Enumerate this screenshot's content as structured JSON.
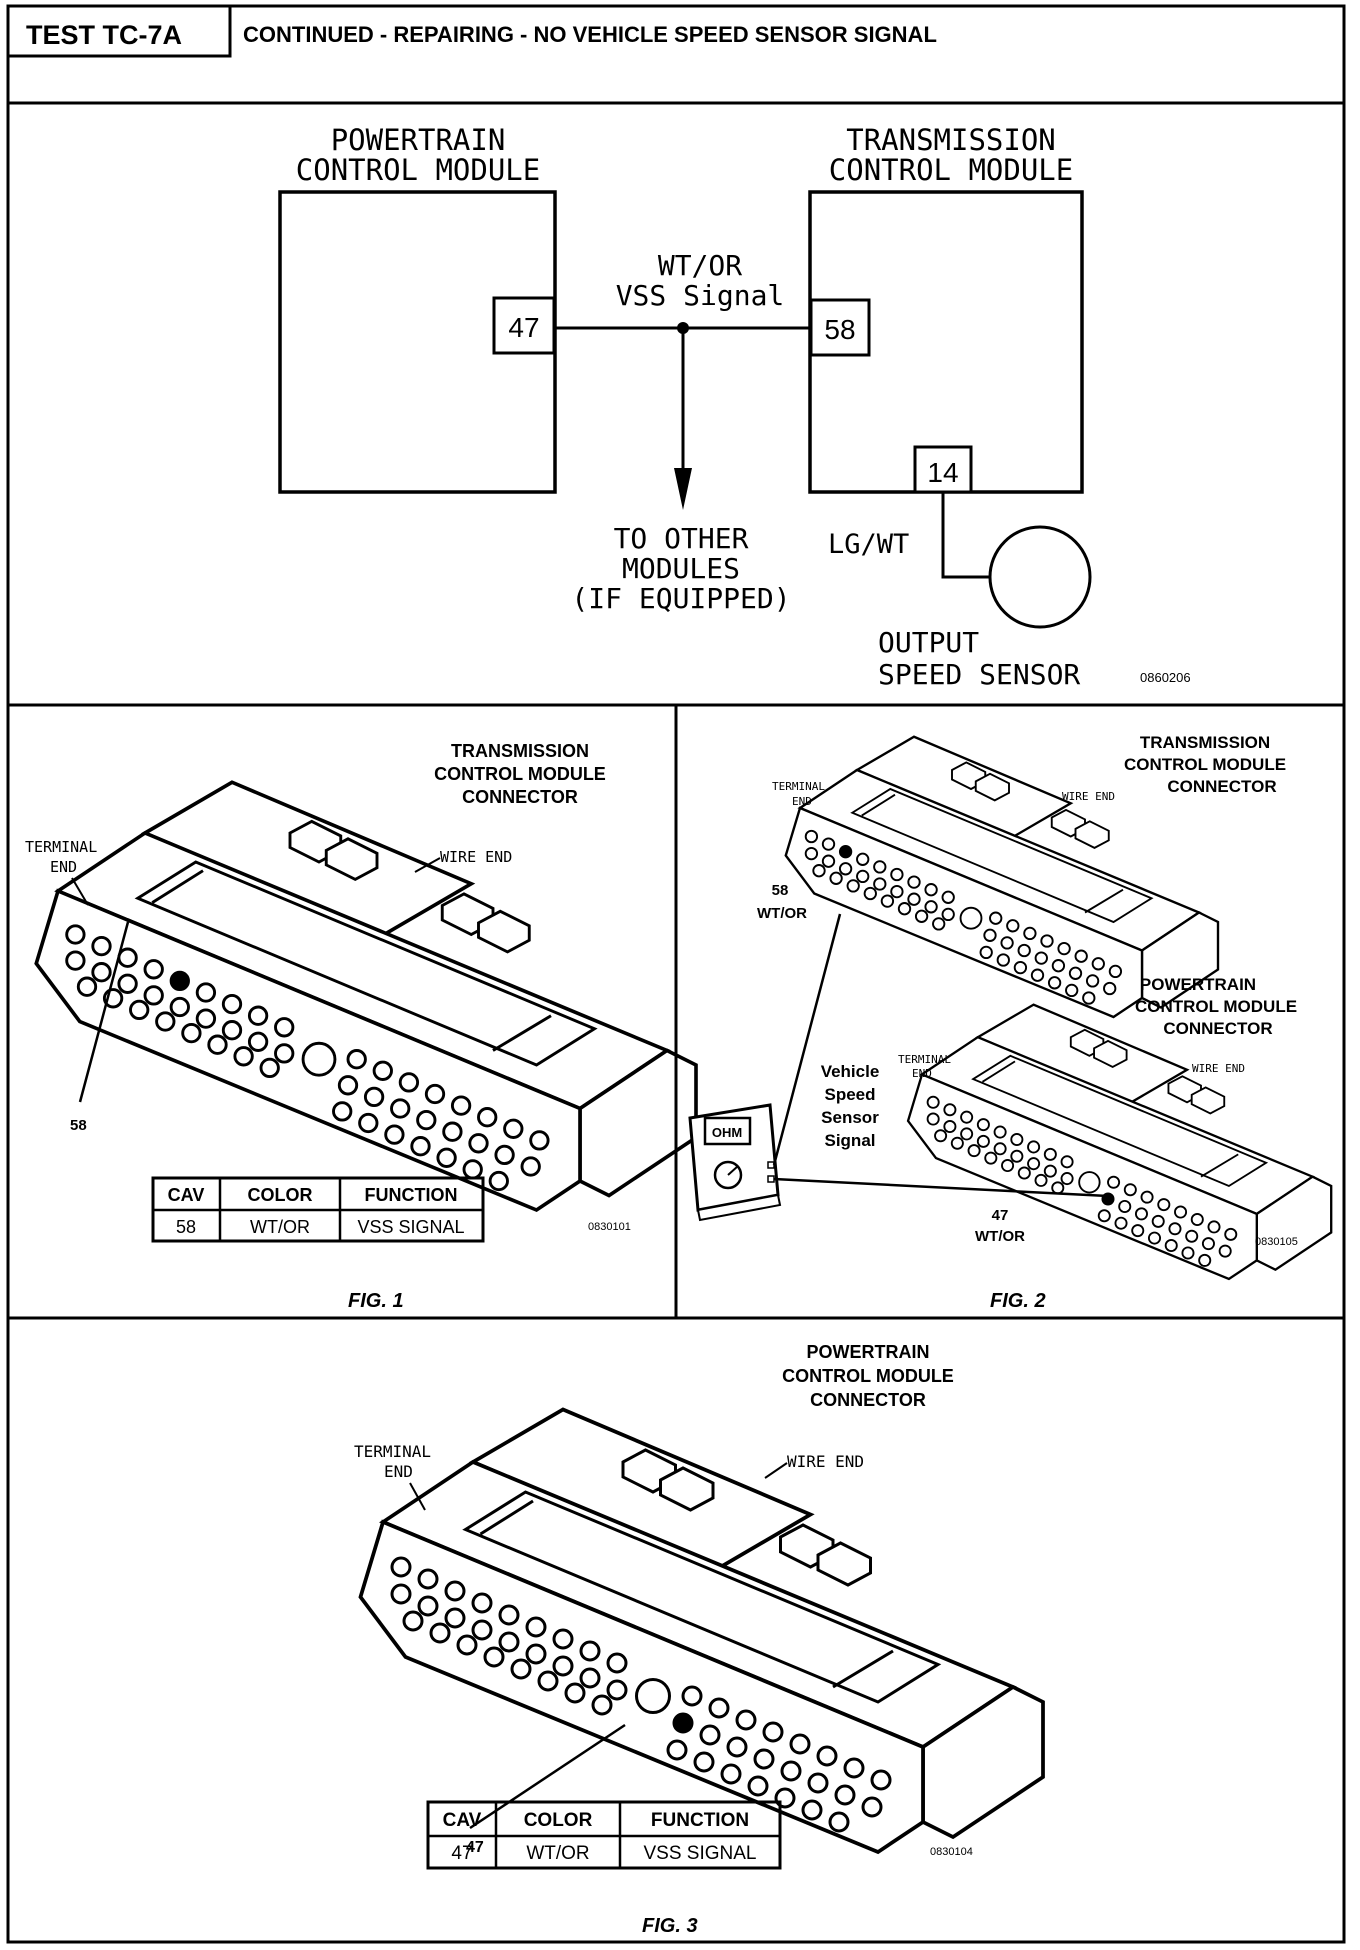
{
  "header": {
    "test_id": "TEST TC-7A",
    "title": "CONTINUED - REPAIRING - NO VEHICLE SPEED SENSOR SIGNAL"
  },
  "schematic": {
    "pcm_title_line1": "POWERTRAIN",
    "pcm_title_line2": "CONTROL  MODULE",
    "tcm_title_line1": "TRANSMISSION",
    "tcm_title_line2": "CONTROL  MODULE",
    "pcm_pin": "47",
    "tcm_pin": "58",
    "tcm_pin_bottom": "14",
    "wire_color": "WT/OR",
    "wire_signal": "VSS  Signal",
    "other_line1": "TO  OTHER",
    "other_line2": "MODULES",
    "other_line3": "(IF  EQUIPPED)",
    "sensor_wire": "LG/WT",
    "sensor_line1": "OUTPUT",
    "sensor_line2": "SPEED  SENSOR",
    "figure_code": "0860206"
  },
  "fig1": {
    "title_line1": "TRANSMISSION",
    "title_line2": "CONTROL MODULE",
    "title_line3": "CONNECTOR",
    "terminal_end_line1": "TERMINAL",
    "terminal_end_line2": "END",
    "wire_end": "WIRE  END",
    "pin_label": "58",
    "table_headers": [
      "CAV",
      "COLOR",
      "FUNCTION"
    ],
    "table_row": [
      "58",
      "WT/OR",
      "VSS SIGNAL"
    ],
    "figure_code": "0830101",
    "caption": "FIG. 1"
  },
  "fig2": {
    "tcm_title_line1": "TRANSMISSION",
    "tcm_title_line2": "CONTROL MODULE",
    "tcm_title_line3": "CONNECTOR",
    "tcm_terminal_end_line1": "TERMINAL",
    "tcm_terminal_end_line2": "END",
    "tcm_wire_end": "WIRE  END",
    "pin58_label": "58",
    "pin58_color": "WT/OR",
    "pcm_title_line1": "POWERTRAIN",
    "pcm_title_line2": "CONTROL MODULE",
    "pcm_title_line3": "CONNECTOR",
    "pcm_terminal_end_line1": "TERMINAL",
    "pcm_terminal_end_line2": "END",
    "pcm_wire_end": "WIRE  END",
    "signal_line1": "Vehicle",
    "signal_line2": "Speed",
    "signal_line3": "Sensor",
    "signal_line4": "Signal",
    "meter_display": "OHM",
    "pin47_label": "47",
    "pin47_color": "WT/OR",
    "figure_code": "0830105",
    "caption": "FIG. 2"
  },
  "fig3": {
    "title_line1": "POWERTRAIN",
    "title_line2": "CONTROL MODULE",
    "title_line3": "CONNECTOR",
    "terminal_end_line1": "TERMINAL",
    "terminal_end_line2": "END",
    "wire_end": "WIRE  END",
    "pin_label": "47",
    "table_headers": [
      "CAV",
      "COLOR",
      "FUNCTION"
    ],
    "table_row": [
      "47",
      "WT/OR",
      "VSS SIGNAL"
    ],
    "figure_code": "0830104",
    "caption": "FIG. 3"
  }
}
